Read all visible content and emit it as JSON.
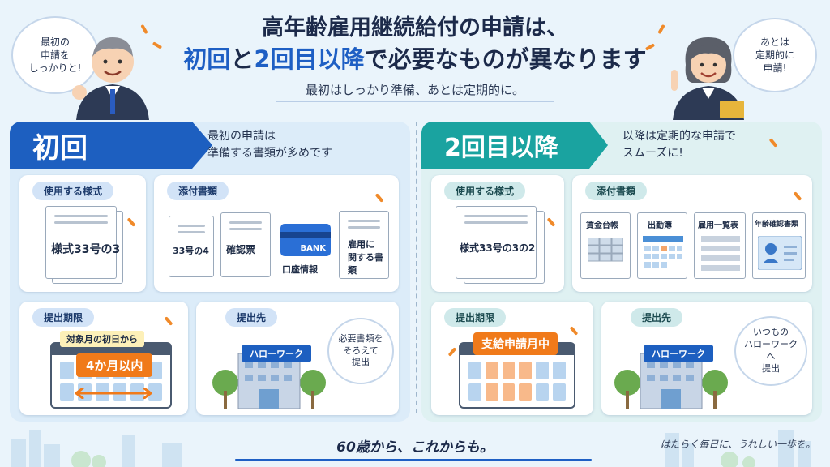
{
  "header": {
    "title_line1": "高年齢雇用継続給付の申請は、",
    "title_line2_a": "初回",
    "title_line2_b": "と",
    "title_line2_c": "2回目以降",
    "title_line2_d": "で必要なものが異なります",
    "subtitle": "最初はしっかり準備、あとは定期的に。"
  },
  "bubbles": {
    "left": "最初の\n申請を\nしっかりと!",
    "right": "あとは\n定期的に\n申請!"
  },
  "first": {
    "banner": "初回",
    "note": "最初の申請は\n準備する書類が多めです",
    "form_label": "使用する様式",
    "form_name": "様式33号の3",
    "attach_label": "添付書類",
    "attach_items": [
      "33号の4",
      "確認票",
      "口座情報",
      "雇用に\n関する書類"
    ],
    "bank_text": "BANK",
    "deadline_label": "提出期限",
    "deadline_top": "対象月の初日から",
    "deadline_main": "4か月以内",
    "submit_label": "提出先",
    "office_sign": "ハローワーク",
    "submit_note": "必要書類を\nそろえて\n提出"
  },
  "second": {
    "banner": "2回目以降",
    "note": "以降は定期的な申請で\nスムーズに!",
    "form_label": "使用する様式",
    "form_name": "様式33号の3の2",
    "attach_label": "添付書類",
    "attach_items": [
      "賃金台帳",
      "出勤簿",
      "雇用一覧表",
      "年齢確認書類"
    ],
    "deadline_label": "提出期限",
    "deadline_main": "支給申請月中",
    "submit_label": "提出先",
    "office_sign": "ハローワーク",
    "submit_note": "いつもの\nハローワークへ\n提出"
  },
  "footer": {
    "main": "60歳から、これからも。",
    "right": "はたらく毎日に、うれしい一歩を。"
  },
  "colors": {
    "primary_blue": "#1d5fc0",
    "teal": "#1aa3a0",
    "accent_orange": "#f07a1a",
    "navy_text": "#1c2a4a"
  },
  "icons": [
    "document-icon",
    "bank-card-icon",
    "calendar-icon",
    "arrow-icon",
    "building-icon",
    "tree-icon",
    "ledger-icon",
    "attendance-calendar-icon",
    "list-table-icon",
    "id-card-icon",
    "sparkle-icon"
  ]
}
